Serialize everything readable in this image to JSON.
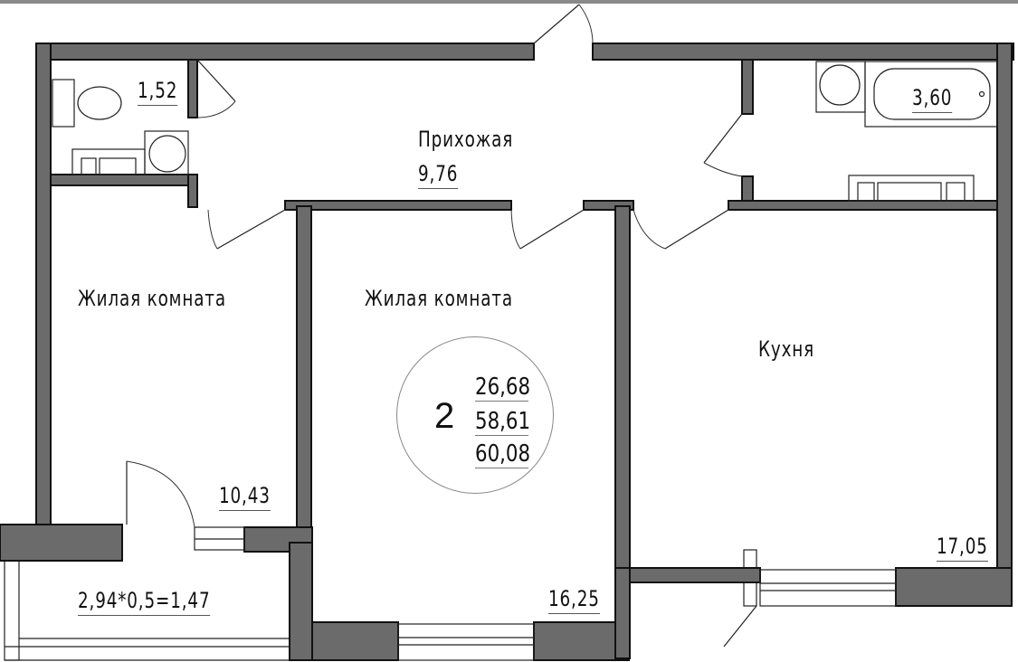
{
  "apartment": {
    "rooms_count": "2",
    "living_area": "26,68",
    "total_area": "58,61",
    "total_with_balcony": "60,08"
  },
  "rooms": [
    {
      "name": "Прихожая",
      "area": "9,76"
    },
    {
      "name": "Жилая комната",
      "area": "10,43"
    },
    {
      "name": "Жилая комната",
      "area": "16,25"
    },
    {
      "name": "Кухня",
      "area": "17,05"
    },
    {
      "name": "",
      "area": "1,52"
    },
    {
      "name": "",
      "area": "3,60"
    },
    {
      "name": "",
      "area": "2,94*0,5=1,47"
    }
  ]
}
